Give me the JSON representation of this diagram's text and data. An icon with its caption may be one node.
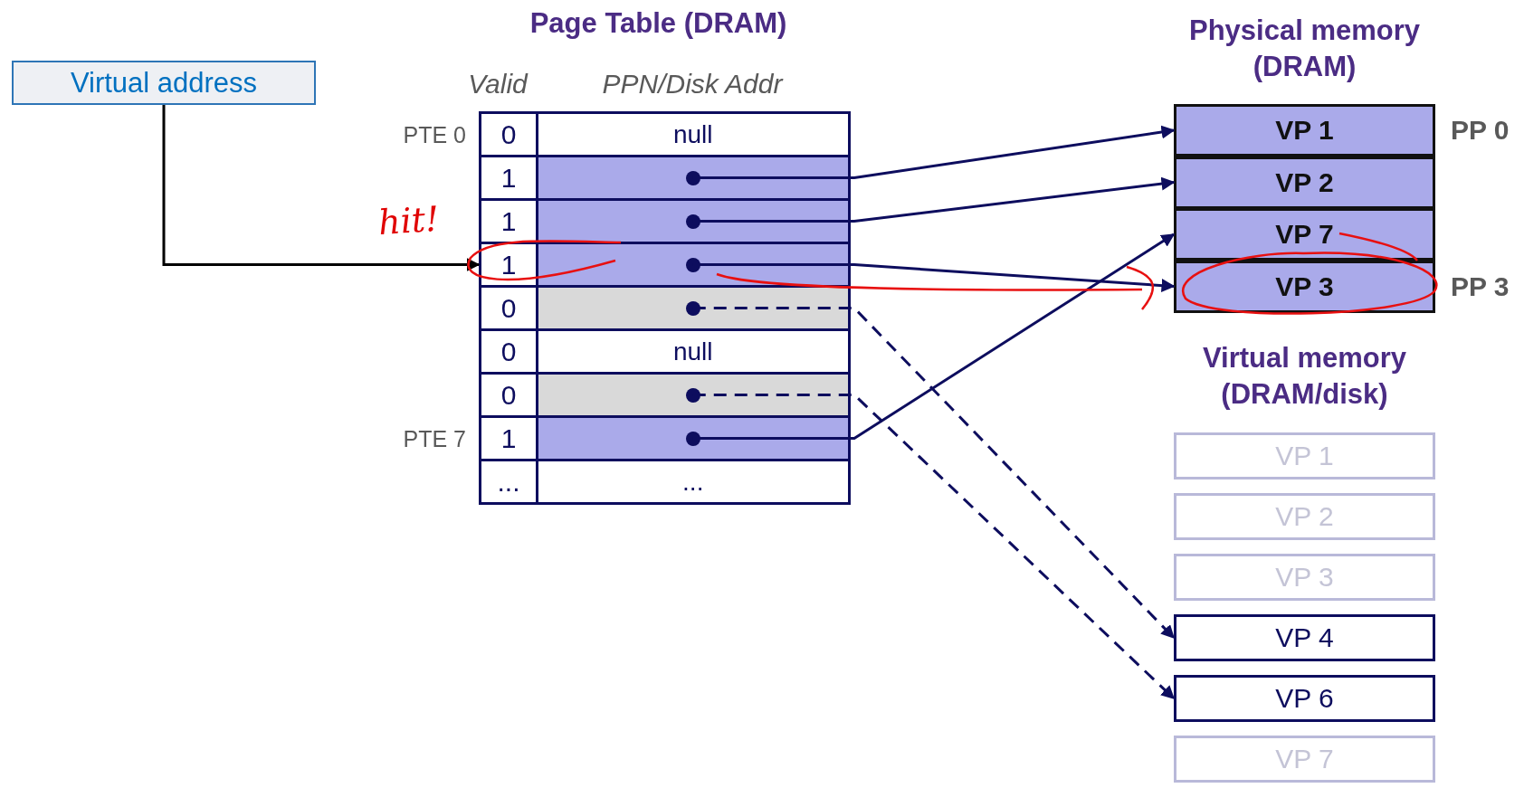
{
  "diagram": {
    "nodes": [
      {
        "text": [
          "Virtual address"
        ]
      },
      {
        "text": [
          "Page Table (DRAM)",
          "Valid",
          "PPN/Disk Addr"
        ]
      },
      {
        "text": [
          "0",
          "null"
        ],
        "in": 1,
        "beside": [
          "PTE 0"
        ]
      },
      {
        "text": [
          "1"
        ],
        "in": 1
      },
      {
        "text": [
          "1"
        ],
        "in": 1
      },
      {
        "text": [
          "1"
        ],
        "in": 1
      },
      {
        "text": [
          "0"
        ],
        "in": 1
      },
      {
        "text": [
          "0",
          "null"
        ],
        "in": 1
      },
      {
        "text": [
          "0"
        ],
        "in": 1
      },
      {
        "text": [
          "1"
        ],
        "in": 1,
        "beside": [
          "PTE 7"
        ]
      },
      {
        "text": [
          "...",
          "..."
        ],
        "in": 1
      },
      {
        "text": [
          "Physical memory (DRAM)"
        ]
      },
      {
        "text": [
          "VP 1"
        ],
        "in": 11,
        "beside": [
          "PP 0"
        ]
      },
      {
        "text": [
          "VP 2"
        ],
        "in": 11
      },
      {
        "text": [
          "VP 7"
        ],
        "in": 11
      },
      {
        "text": [
          "VP 3"
        ],
        "in": 11,
        "beside": [
          "PP 3"
        ]
      },
      {
        "text": [
          "Virtual memory (DRAM/disk)"
        ]
      },
      {
        "text": [
          "VP 1"
        ],
        "in": 16
      },
      {
        "text": [
          "VP 2"
        ],
        "in": 16
      },
      {
        "text": [
          "VP 3"
        ],
        "in": 16
      },
      {
        "text": [
          "VP 4"
        ],
        "in": 16
      },
      {
        "text": [
          "VP 6"
        ],
        "in": 16
      },
      {
        "text": [
          "VP 7"
        ],
        "in": 16
      }
    ],
    "edges": [
      {
        "from": 0,
        "to": 5,
        "arrow": "to",
        "color": "#000000"
      },
      {
        "from": 3,
        "to": 12,
        "arrow": "to"
      },
      {
        "from": 4,
        "to": 13,
        "arrow": "to"
      },
      {
        "from": 5,
        "to": 15,
        "arrow": "to"
      },
      {
        "from": 6,
        "to": 20,
        "arrow": "to",
        "style": "dashed"
      },
      {
        "from": 8,
        "to": 21,
        "arrow": "to",
        "style": "dashed"
      },
      {
        "from": 9,
        "to": 14,
        "arrow": "to"
      }
    ],
    "labels": [
      "hit!"
    ]
  }
}
